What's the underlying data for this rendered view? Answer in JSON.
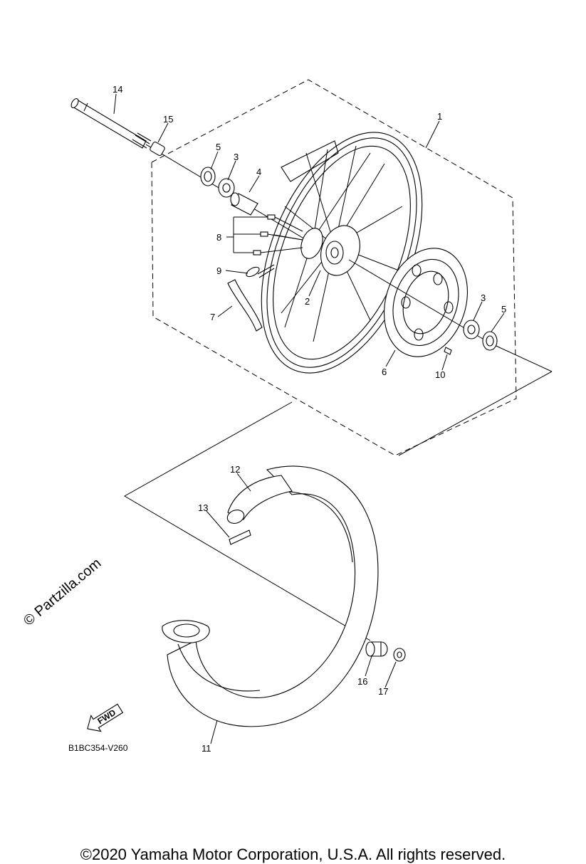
{
  "diagram": {
    "callouts": [
      "1",
      "2",
      "3",
      "3",
      "4",
      "5",
      "5",
      "6",
      "7",
      "8",
      "9",
      "10",
      "11",
      "12",
      "13",
      "14",
      "15",
      "16",
      "17"
    ],
    "fwd_label": "FWD",
    "diagram_code": "B1BC354-V260",
    "watermark": "© Partzilla.com"
  },
  "footer": {
    "copyright": "©2020 Yamaha Motor Corporation, U.S.A. All rights reserved."
  }
}
